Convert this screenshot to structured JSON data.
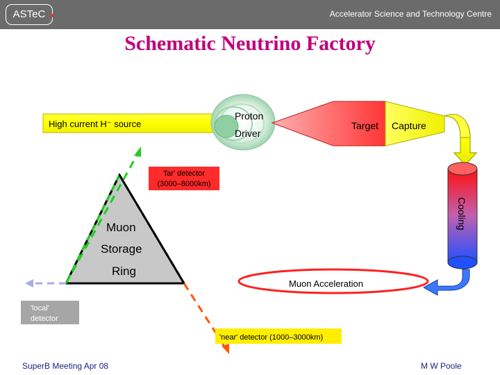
{
  "header": {
    "logo_text": "ASTeC",
    "organisation": "Accelerator Science and Technology Centre"
  },
  "title": "Schematic Neutrino Factory",
  "diagram": {
    "source_label": "High current H⁻ source",
    "proton_driver": [
      "Proton",
      "Driver"
    ],
    "target_label": "Target",
    "capture_label": "Capture",
    "cooling_label": "Cooling",
    "muon_acceleration_label": "Muon Acceleration",
    "storage_ring_label": [
      "Muon",
      "Storage",
      "Ring"
    ],
    "far_detector": [
      "'far' detector",
      "(3000–8000km)"
    ],
    "local_detector": [
      "'local'",
      "detector"
    ],
    "near_detector": "'near' detector (1000–3000km)"
  },
  "footer": {
    "left": "SuperB Meeting  Apr 08",
    "right": "M W Poole"
  },
  "colors": {
    "header_bg": "#6b6b6b",
    "title": "#c0007a",
    "footer_text": "#1a237e",
    "beam_arrow": "#ffff00",
    "target_box": "#ff5a5a",
    "capture_box": "#ffff30",
    "accel_ring": "#ff2020",
    "far_detector_box": "#ff2a2a",
    "local_detector_box": "#a6a6a6",
    "near_detector_box": "#ffee00",
    "storage_ring_fill": "#c8c8c8",
    "near_beam": "#ff5500",
    "far_beam": "#22cc22",
    "local_beam": "#aaaaee"
  }
}
